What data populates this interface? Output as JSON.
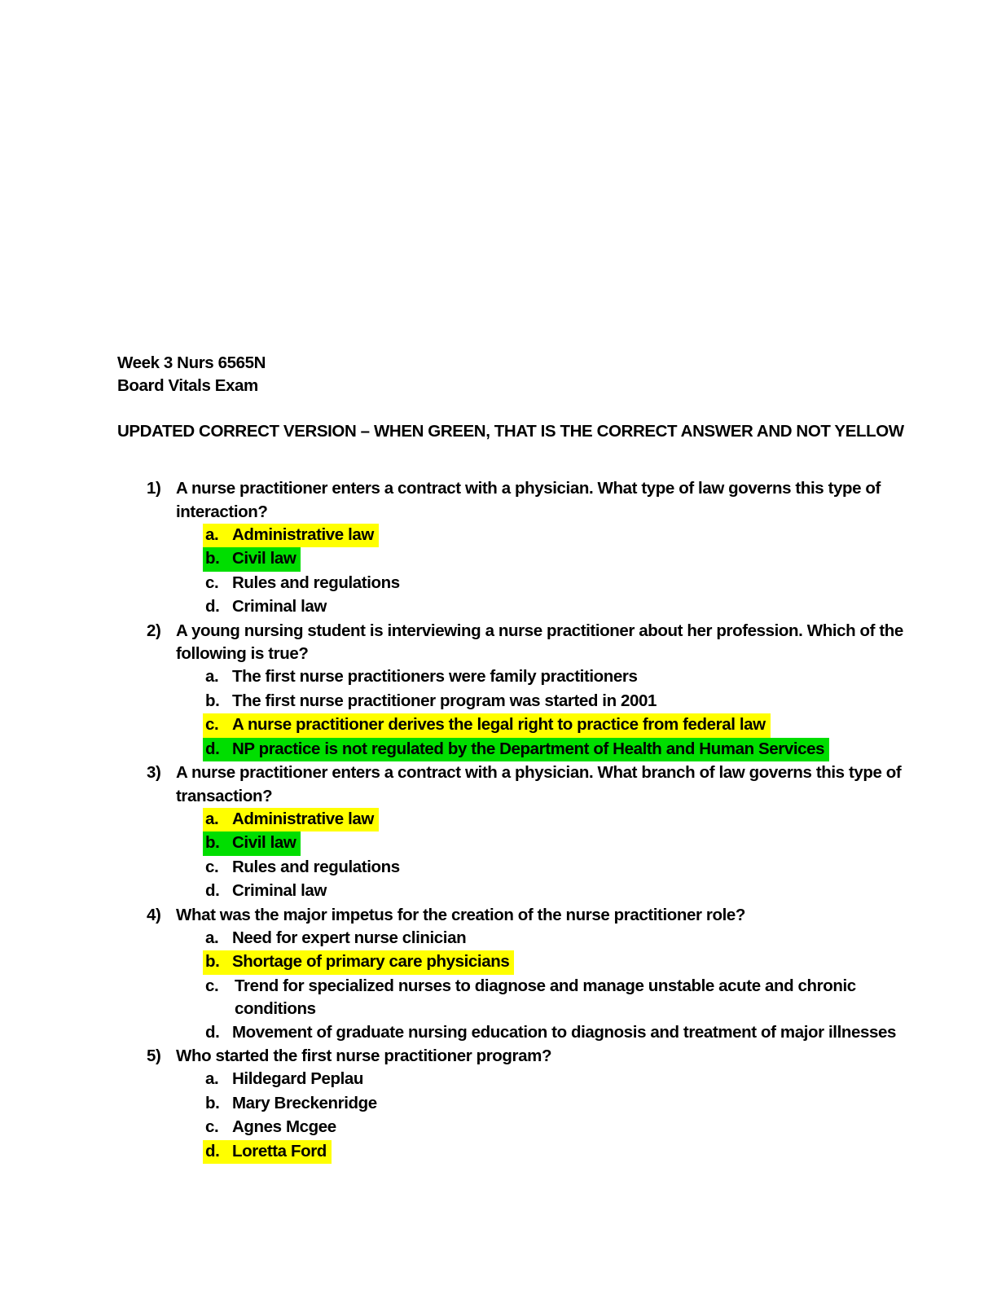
{
  "header": {
    "line1": "Week 3 Nurs 6565N",
    "line2": "Board Vitals Exam"
  },
  "notice": "UPDATED CORRECT VERSION – WHEN GREEN, THAT IS THE CORRECT ANSWER AND NOT YELLOW",
  "highlight_colors": {
    "yellow": "#ffff00",
    "green": "#00de00"
  },
  "questions": [
    {
      "number": "1)",
      "lines": [
        "A nurse practitioner enters a contract with a physician. What type of law governs this type of",
        "interaction?"
      ],
      "options": [
        {
          "letter": "a.",
          "lines": [
            "Administrative law"
          ],
          "highlight": "yellow"
        },
        {
          "letter": "b.",
          "lines": [
            "Civil law"
          ],
          "highlight": "green"
        },
        {
          "letter": "c.",
          "lines": [
            "Rules and regulations"
          ],
          "highlight": "none"
        },
        {
          "letter": "d.",
          "lines": [
            "Criminal law"
          ],
          "highlight": "none"
        }
      ]
    },
    {
      "number": "2)",
      "lines": [
        "A young nursing student is interviewing a nurse practitioner about her profession. Which of the",
        "following is true?"
      ],
      "options": [
        {
          "letter": "a.",
          "lines": [
            "The first nurse practitioners were family practitioners"
          ],
          "highlight": "none"
        },
        {
          "letter": "b.",
          "lines": [
            "The first nurse practitioner program was started in 2001"
          ],
          "highlight": "none"
        },
        {
          "letter": "c.",
          "lines": [
            "A nurse practitioner derives the legal right to practice from federal law"
          ],
          "highlight": "yellow"
        },
        {
          "letter": "d.",
          "lines": [
            "NP practice is not regulated by the Department of Health and Human Services"
          ],
          "highlight": "green"
        }
      ]
    },
    {
      "number": "3)",
      "lines": [
        "A nurse practitioner enters a contract with a physician. What branch of law governs this type of",
        "transaction?"
      ],
      "options": [
        {
          "letter": "a.",
          "lines": [
            "Administrative law"
          ],
          "highlight": "yellow"
        },
        {
          "letter": "b.",
          "lines": [
            "Civil law"
          ],
          "highlight": "green"
        },
        {
          "letter": "c.",
          "lines": [
            "Rules and regulations"
          ],
          "highlight": "none"
        },
        {
          "letter": "d.",
          "lines": [
            "Criminal law"
          ],
          "highlight": "none"
        }
      ]
    },
    {
      "number": "4)",
      "lines": [
        "What was the major impetus for the creation of the nurse practitioner role?"
      ],
      "options": [
        {
          "letter": "a.",
          "lines": [
            "Need for expert nurse clinician"
          ],
          "highlight": "none"
        },
        {
          "letter": "b.",
          "lines": [
            "Shortage of primary care physicians"
          ],
          "highlight": "yellow"
        },
        {
          "letter": "c.",
          "lines": [
            "Trend for specialized nurses to diagnose and manage unstable acute and chronic",
            "conditions"
          ],
          "highlight": "none"
        },
        {
          "letter": "d.",
          "lines": [
            "Movement of graduate nursing education to diagnosis and treatment of major illnesses"
          ],
          "highlight": "none"
        }
      ]
    },
    {
      "number": "5)",
      "lines": [
        "Who started the first nurse practitioner program?"
      ],
      "options": [
        {
          "letter": "a.",
          "lines": [
            "Hildegard Peplau"
          ],
          "highlight": "none"
        },
        {
          "letter": "b.",
          "lines": [
            "Mary Breckenridge"
          ],
          "highlight": "none"
        },
        {
          "letter": "c.",
          "lines": [
            "Agnes Mcgee"
          ],
          "highlight": "none"
        },
        {
          "letter": "d.",
          "lines": [
            "Loretta Ford"
          ],
          "highlight": "yellow"
        }
      ]
    }
  ]
}
